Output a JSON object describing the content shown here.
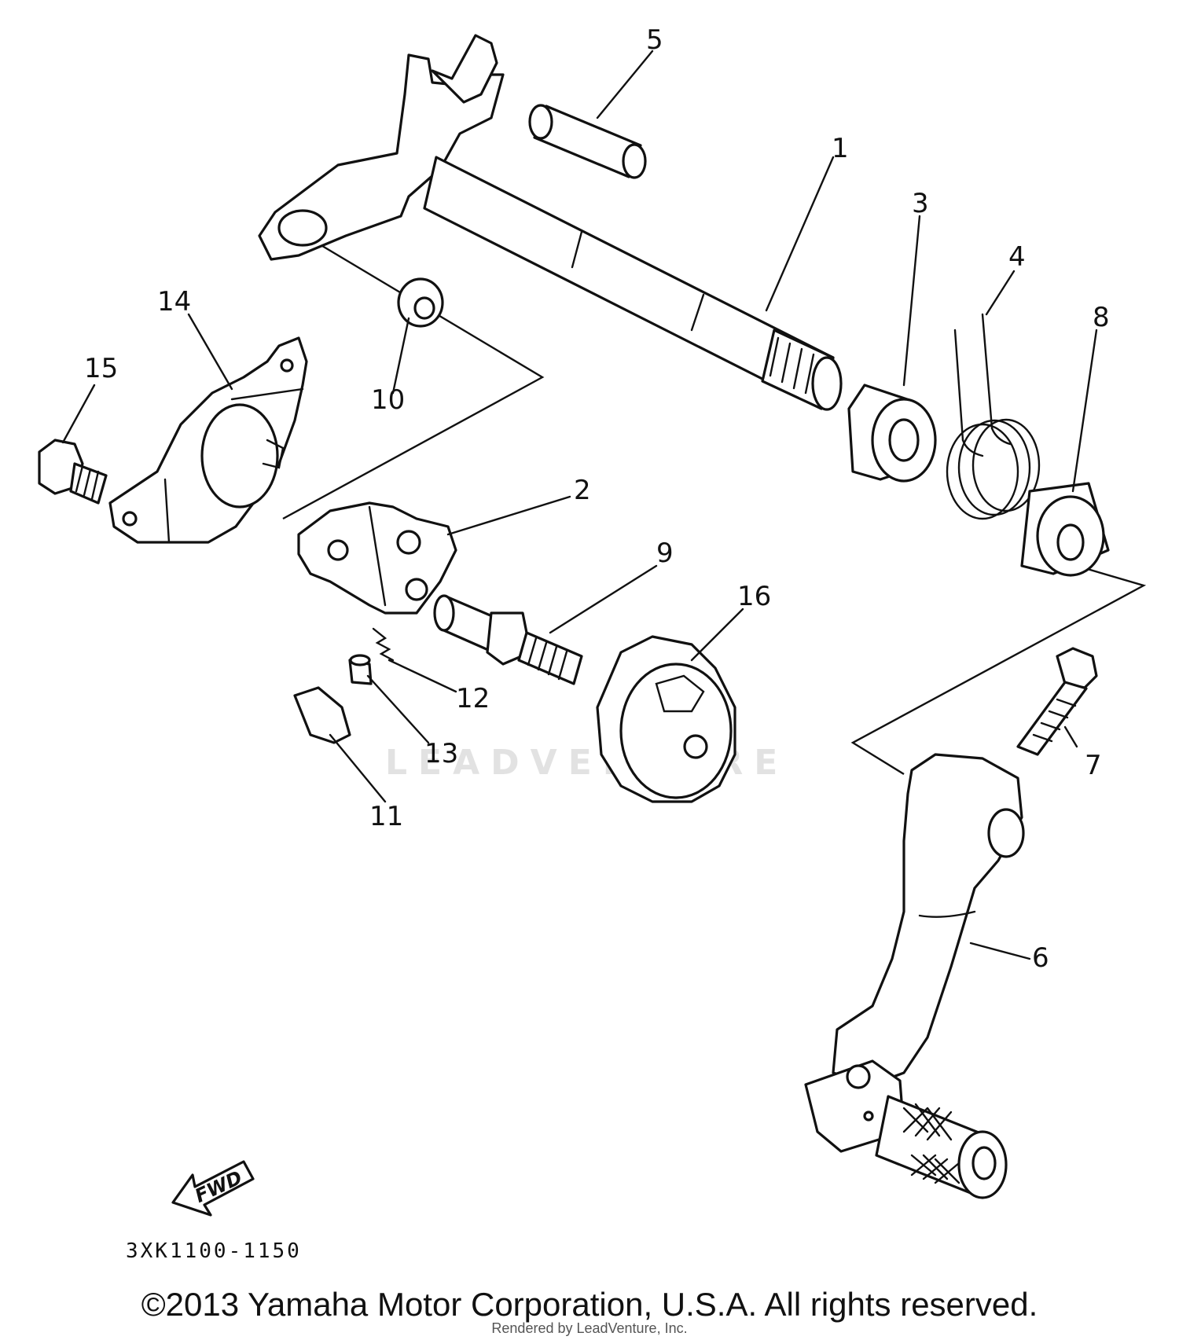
{
  "diagram": {
    "callouts": [
      "1",
      "2",
      "3",
      "4",
      "5",
      "6",
      "7",
      "8",
      "9",
      "10",
      "11",
      "12",
      "13",
      "14",
      "15",
      "16"
    ],
    "fwd_label": "FWD",
    "drawing_code": "3XK1100-1150",
    "watermark": "LEADVENTURE",
    "copyright": "©2013 Yamaha Motor Corporation, U.S.A. All rights reserved.",
    "rendered_by": "Rendered by LeadVenture, Inc."
  }
}
